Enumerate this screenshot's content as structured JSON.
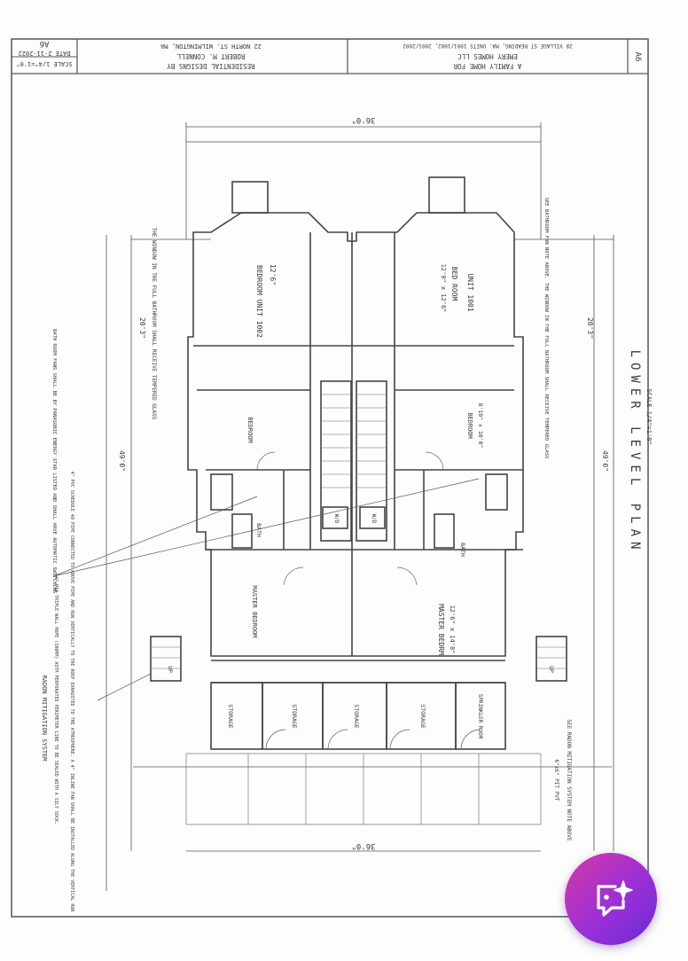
{
  "title_block": {
    "project_line1": "A FAMILY HOME FOR",
    "project_line2": "EMERY HOMES LLC",
    "project_line3": "28 VILLAGE ST READING, MA. UNITS 1001/1002, 2001/2002",
    "designer_line1": "RESIDENTIAL DESIGNS BY",
    "designer_line2": "ROBERT M. CONNELL",
    "designer_line3": "22 NORTH ST. WILMINGTON, MA",
    "scale": "SCALE 1/4\"=1'0\"",
    "date": "DATE 2-11-2022",
    "sheet_mid": "A6",
    "sheet_right": "A6"
  },
  "plan": {
    "title": "LOWER LEVEL PLAN",
    "scale": "SCALE 1/4\"=1'0\"",
    "overall_width": "36'0\"",
    "overall_depth": "49'0\"",
    "depth_upper": "20'3\"",
    "rooms": {
      "bedroom_1002": "BEDROOM UNIT 1002",
      "bedroom_1002_size": "12'6\"",
      "bed_room_1001": "BED ROOM",
      "bed_room_1001_size": "12'9\" x 12'6\"",
      "unit_1001": "UNIT 1001",
      "bedroom_left": "BEDROOM",
      "bedroom_right": "BEDROOM",
      "bedroom_right_size": "8'10\" x 10'0\"",
      "bath_left": "BATH",
      "bath_right": "BATH",
      "master_left": "MASTER BEDROOM",
      "master_right": "MASTER BEDRM",
      "master_right_size": "12'6\" x 14'8\"",
      "storage": "STORAGE",
      "sprinkler": "SPRINKLER ROOM",
      "up": "UP",
      "wd": "W/D"
    }
  },
  "notes": {
    "window_left": "THE WINDOW IN THE FULL BATHROOM SHALL RECEIVE TEMPERED GLASS",
    "window_right": "SEE BATHROOM FAN NOTE ABOVE. THE WINDOW IN THE FULL BATHROOM SHALL RECEIVE TEMPERED GLASS",
    "bath_fan": "BATH ROOM FANS SHALL BE BY PANASONIC ENERGY STAR LISTED AND SHALL HAVE AUTOMATIC SWITCHING",
    "radon_title": "RADON MITIGATION SYSTEM",
    "radon_1": "4\" PIA TRIPLE WALL HOPE (100MM) ASTM PERFORATED PERIMETER LINE TO BE SEALED WITH A SILT SOCK.",
    "radon_2": "4\" PVC SCHEDULE 40 PIPE CONNECTED TO ABOVE PIPE AND RUN VERTICALLY TO THE ROOF EXHAUSTED TO THE ATMOSPHERE. A 4\" INLINE FAN SHALL BE INSTALLED ALONG THE VERTICAL RUN",
    "see_radon": "SEE RADON MITIGATION SYSTEM NOTE ABOVE",
    "pit": "6\"x6\" PIT PVT"
  },
  "button": {
    "icon": "chat-sparkle-icon",
    "color_from": "#d23aa6",
    "color_to": "#6a2ad8"
  }
}
